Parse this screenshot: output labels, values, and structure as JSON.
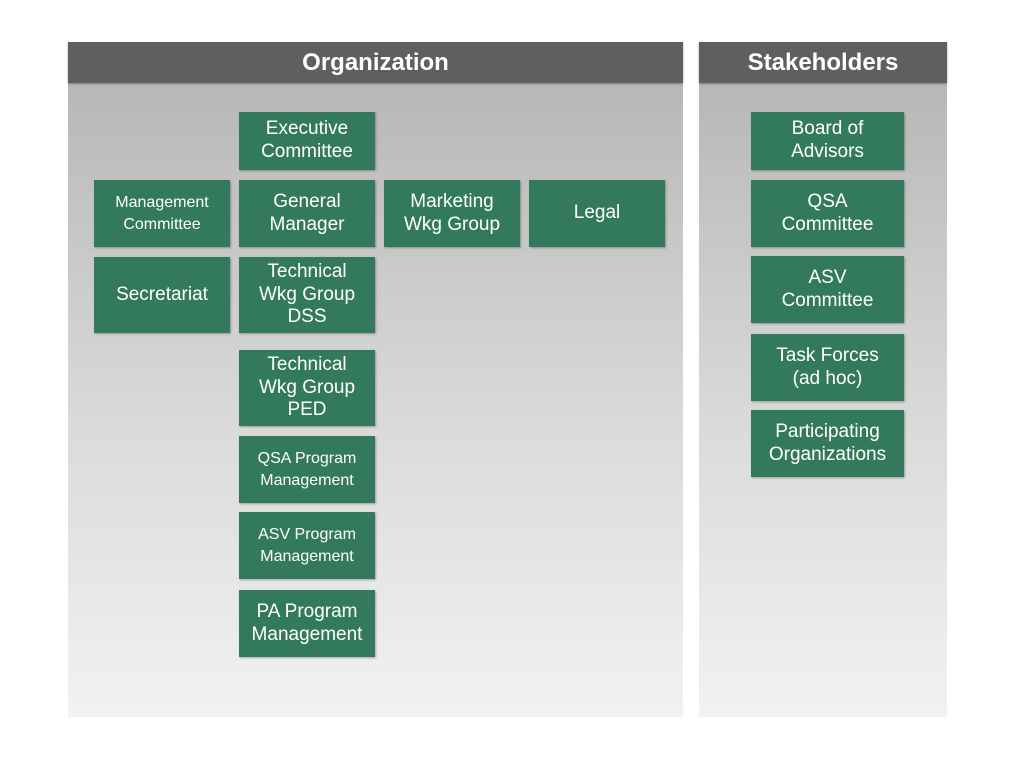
{
  "panels": {
    "organization": {
      "title": "Organization"
    },
    "stakeholders": {
      "title": "Stakeholders"
    }
  },
  "colors": {
    "header_bg": "#5f5f5f",
    "box_bg": "#327a5b",
    "box_text": "#ffffff"
  },
  "org_boxes": {
    "executive_committee": "Executive\nCommittee",
    "management_committee": "Management\nCommittee",
    "general_manager": "General\nManager",
    "marketing_wkg_group": "Marketing\nWkg Group",
    "legal": "Legal",
    "secretariat": "Secretariat",
    "technical_wkg_group_dss": "Technical\nWkg Group\nDSS",
    "technical_wkg_group_ped": "Technical\nWkg Group\nPED",
    "qsa_program_management": "QSA Program\nManagement",
    "asv_program_management": "ASV Program\nManagement",
    "pa_program_management": "PA Program\nManagement"
  },
  "stakeholder_boxes": {
    "board_of_advisors": "Board of\nAdvisors",
    "qsa_committee": "QSA\nCommittee",
    "asv_committee": "ASV\nCommittee",
    "task_forces": "Task Forces\n(ad hoc)",
    "participating_organizations": "Participating\nOrganizations"
  }
}
